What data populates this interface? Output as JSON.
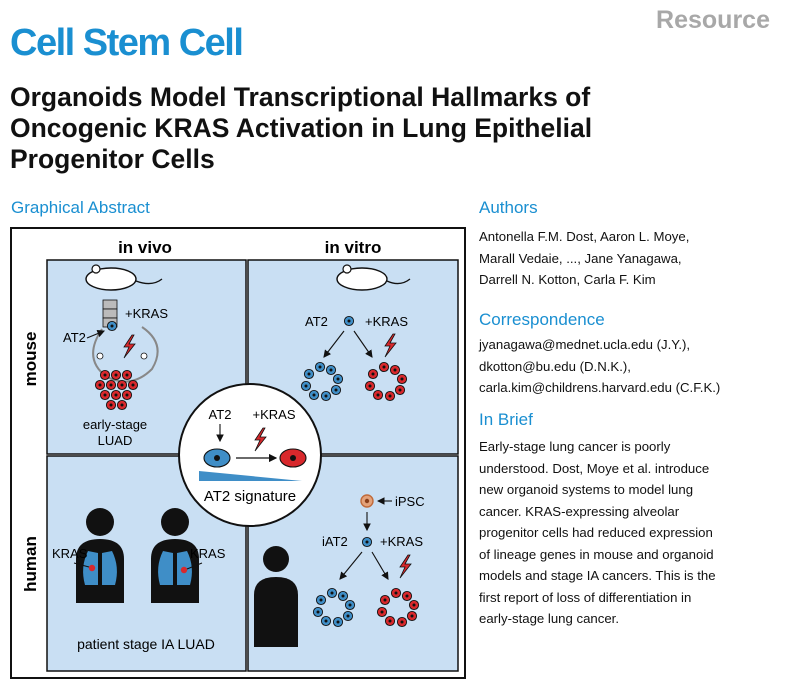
{
  "header": {
    "journal": "Cell Stem Cell",
    "section": "Resource"
  },
  "title": "Organoids Model Transcriptional Hallmarks of Oncogenic KRAS Activation in Lung Epithelial Progenitor Cells",
  "graphical_abstract": {
    "heading": "Graphical Abstract",
    "col_in_vivo": "in vivo",
    "col_in_vitro": "in vitro",
    "row_mouse": "mouse",
    "row_human": "human",
    "mouse_vivo": {
      "at2": "AT2",
      "kras": "+KRAS",
      "luad_line1": "early-stage",
      "luad_line2": "LUAD"
    },
    "mouse_vitro": {
      "at2": "AT2",
      "kras": "+KRAS"
    },
    "center": {
      "at2": "AT2",
      "kras": "+KRAS",
      "signature": "AT2 signature"
    },
    "human_vivo": {
      "kras_left": "KRAS",
      "kras_right": "KRAS",
      "caption": "patient stage IA LUAD"
    },
    "human_vitro": {
      "ipsc": "iPSC",
      "iat2": "iAT2",
      "kras": "+KRAS"
    }
  },
  "authors": {
    "heading": "Authors",
    "lines": [
      "Antonella F.M. Dost, Aaron L. Moye,",
      "Marall Vedaie, ..., Jane Yanagawa,",
      "Darrell N. Kotton, Carla F. Kim"
    ]
  },
  "correspondence": {
    "heading": "Correspondence",
    "lines": [
      "jyanagawa@mednet.ucla.edu (J.Y.),",
      "dkotton@bu.edu (D.N.K.),",
      "carla.kim@childrens.harvard.edu (C.F.K.)"
    ]
  },
  "in_brief": {
    "heading": "In Brief",
    "lines": [
      "Early-stage lung cancer is poorly",
      "understood. Dost, Moye et al. introduce",
      "new organoid systems to model lung",
      "cancer. KRAS-expressing alveolar",
      "progenitor cells had reduced expression",
      "of lineage genes in mouse and organoid",
      "models and stage IA cancers. This is the",
      "first report of loss of differentiation in",
      "early-stage lung cancer."
    ]
  },
  "colors": {
    "brand": "#1a8fd1",
    "panel": "#c9dff3",
    "cell_blue": "#3f8ec7",
    "cell_red": "#d8282c",
    "section_gray": "#a8a8a8"
  }
}
